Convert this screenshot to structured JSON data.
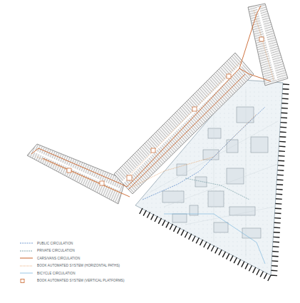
{
  "diagram": {
    "legend": [
      {
        "text": "PUBLIC CIRCULATION"
      },
      {
        "text": "PRIVATE CIRCULATION"
      },
      {
        "text": "CARS/VANS CIRCULATION"
      },
      {
        "text": "BOOK AUTOMATED SYSTEM (HORIZONTAL PATHS)"
      },
      {
        "text": "BICYCLE CIRCULATION"
      },
      {
        "text": "BOOK AUTOMATED SYSTEM (VERTICAL PLATFORMS)"
      }
    ]
  }
}
